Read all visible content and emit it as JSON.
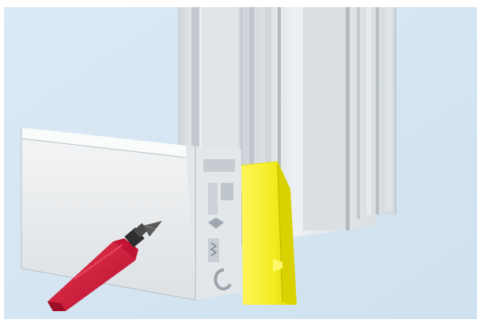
{
  "illustration": {
    "subject": "",
    "background_color": "#d6e6f2",
    "profile_color": "#e9ecee",
    "profile_shadow_color": "#b9c0c6",
    "corner_piece_color": "#f2ec1f",
    "corner_piece_shadow_color": "#c9c200",
    "tube_color": "#d4193c",
    "tube_tip_color": "#3b3b3b",
    "icons": [
      "window-frame-profile",
      "corner-connector",
      "adhesive-tube"
    ]
  }
}
